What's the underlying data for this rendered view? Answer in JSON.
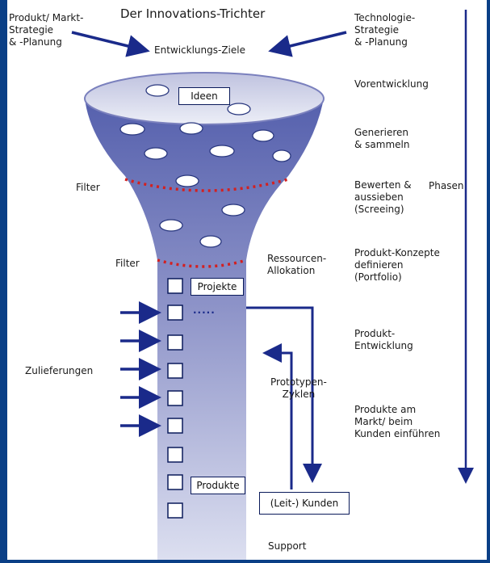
{
  "title": "Der Innovations-Trichter",
  "top": {
    "left_input": "Produkt/ Markt-\nStrategie\n& -Planung",
    "right_input": "Technologie-\nStrategie\n& -Planung",
    "goals": "Entwicklungs-Ziele"
  },
  "funnel": {
    "ideas": "Ideen",
    "filter1": "Filter",
    "filter2": "Filter",
    "resources": "Ressourcen-\nAllokation",
    "projects": "Projekte",
    "dots": ".....",
    "products": "Produkte"
  },
  "left": {
    "suppliers": "Zulieferungen"
  },
  "steps": [
    "Vorentwicklung",
    "Generieren\n& sammeln",
    "Bewerten &\naussieben\n(Screeing)",
    "Produkt-Konzepte\ndefinieren\n(Portfolio)",
    "Produkt-\nEntwicklung",
    "Produkte am\nMarkt/ beim\nKunden einführen"
  ],
  "phases": "Phasen",
  "loop": {
    "prototype": "Prototypen-\nZyklen",
    "lead_customers": "(Leit-) Kunden",
    "support": "Support"
  },
  "colors": {
    "frame": "#0a3f86",
    "funnel_top": "#5560ad",
    "funnel_bottom": "#dcdff0",
    "filter_line": "#d32020",
    "arrows": "#1a2a8a"
  }
}
